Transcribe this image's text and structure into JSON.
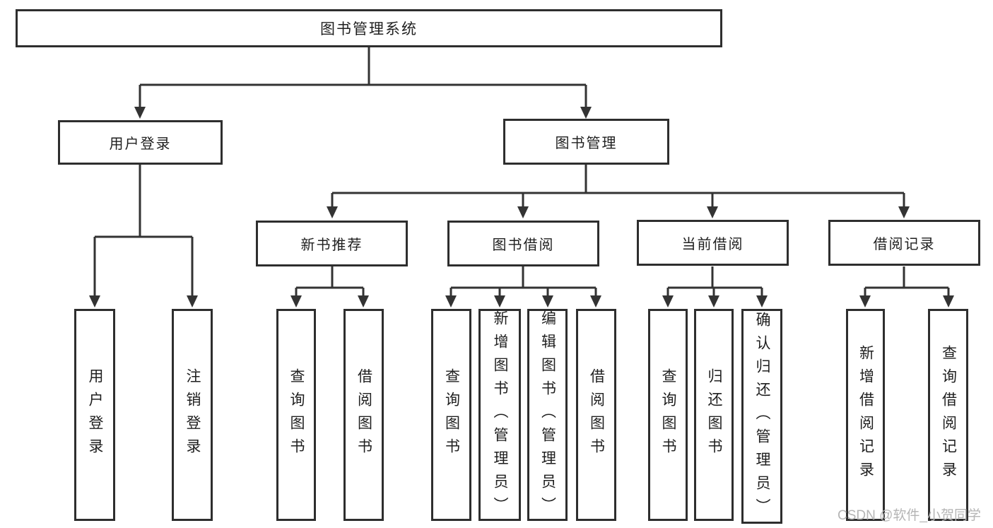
{
  "tree": {
    "root": {
      "label": "图书管理系统"
    },
    "branches": [
      {
        "id": "user-login",
        "label": "用户登录",
        "children": [
          {
            "label": "用户登录"
          },
          {
            "label": "注销登录"
          }
        ]
      },
      {
        "id": "book-management",
        "label": "图书管理",
        "sections": [
          {
            "label": "新书推荐",
            "children": [
              {
                "label": "查询图书"
              },
              {
                "label": "借阅图书"
              }
            ]
          },
          {
            "label": "图书借阅",
            "children": [
              {
                "label": "查询图书"
              },
              {
                "label": "新增图书（管理员）"
              },
              {
                "label": "编辑图书（管理员）"
              },
              {
                "label": "借阅图书"
              }
            ]
          },
          {
            "label": "当前借阅",
            "children": [
              {
                "label": "查询图书"
              },
              {
                "label": "归还图书"
              },
              {
                "label": "确认归还（管理员）"
              }
            ]
          },
          {
            "label": "借阅记录",
            "children": [
              {
                "label": "新增借阅记录"
              },
              {
                "label": "查询借阅记录"
              }
            ]
          }
        ]
      }
    ]
  },
  "watermark": {
    "text": "CSDN @软件_小贺同学"
  },
  "colors": {
    "line": "#333333",
    "box_border": "#2e2e2e",
    "text": "#1f1f1f",
    "watermark": "#b5b5b5",
    "background": "#ffffff"
  }
}
